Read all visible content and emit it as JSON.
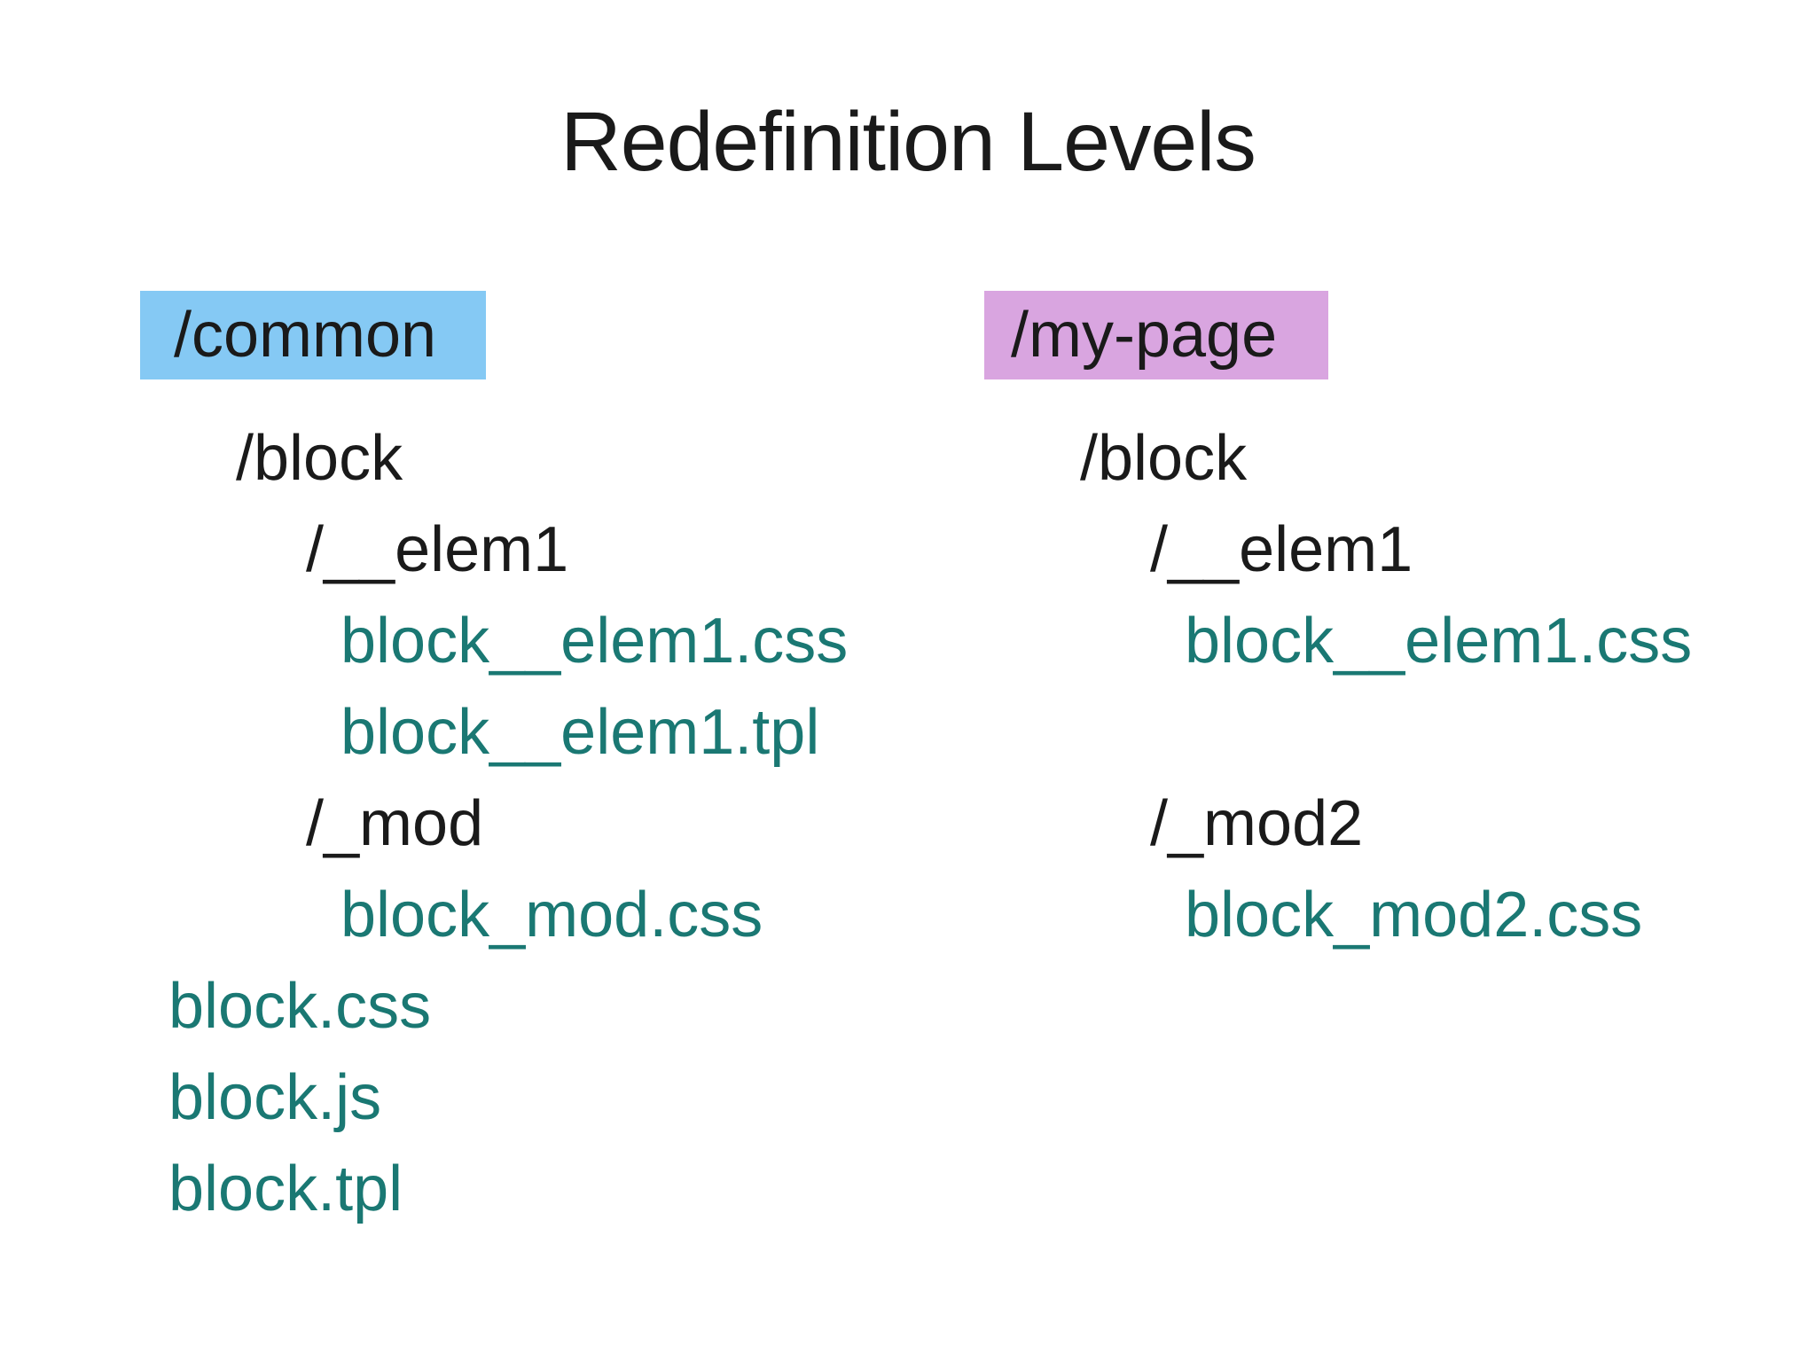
{
  "slide": {
    "title": "Redefinition Levels",
    "colors": {
      "background": "#ffffff",
      "text_black": "#1a1a1a",
      "file_teal": "#1a7873",
      "highlight_blue": "#85c9f4",
      "highlight_purple": "#d9a5e0"
    },
    "columns": [
      {
        "name": "common",
        "header": {
          "label": "/common",
          "highlight": "blue"
        },
        "items": [
          {
            "label": "/block",
            "type": "dir",
            "indent": 1
          },
          {
            "label": "/__elem1",
            "type": "dir",
            "indent": 2
          },
          {
            "label": "block__elem1.css",
            "type": "file",
            "indent": 3
          },
          {
            "label": "block__elem1.tpl",
            "type": "file",
            "indent": 3
          },
          {
            "label": "/_mod",
            "type": "dir",
            "indent": 2
          },
          {
            "label": "block_mod.css",
            "type": "file",
            "indent": 3
          },
          {
            "label": "block.css",
            "type": "file",
            "indent": 0
          },
          {
            "label": "block.js",
            "type": "file",
            "indent": 0
          },
          {
            "label": "block.tpl",
            "type": "file",
            "indent": 0
          }
        ]
      },
      {
        "name": "my-page",
        "header": {
          "label": "/my-page",
          "highlight": "purple"
        },
        "items": [
          {
            "label": "/block",
            "type": "dir",
            "indent": 1
          },
          {
            "label": "/__elem1",
            "type": "dir",
            "indent": 2
          },
          {
            "label": "block__elem1.css",
            "type": "file",
            "indent": 3
          },
          {
            "label": "",
            "type": "blank",
            "indent": 0
          },
          {
            "label": "/_mod2",
            "type": "dir",
            "indent": 2
          },
          {
            "label": "block_mod2.css",
            "type": "file",
            "indent": 3
          }
        ]
      }
    ]
  }
}
